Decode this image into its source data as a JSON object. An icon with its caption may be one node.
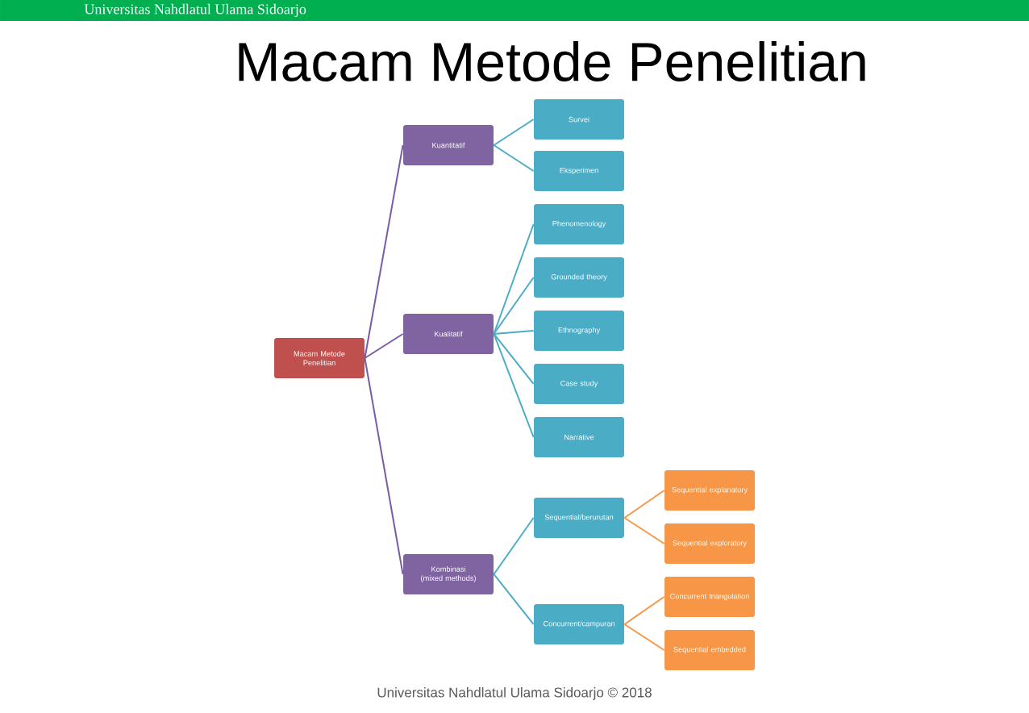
{
  "diagram": {
    "title": "Macam Metode Penelitian",
    "nodes": [
      {
        "text": [
          "Macam Metode Penelitian"
        ]
      },
      {
        "text": [
          "Kuantitatif"
        ]
      },
      {
        "text": [
          "Survei"
        ]
      },
      {
        "text": [
          "Eksperimen"
        ]
      },
      {
        "text": [
          "Kualitatif"
        ]
      },
      {
        "text": [
          "Phenomenology"
        ]
      },
      {
        "text": [
          "Grounded theory"
        ]
      },
      {
        "text": [
          "Ethnography"
        ]
      },
      {
        "text": [
          "Case study"
        ]
      },
      {
        "text": [
          "Narrative"
        ]
      },
      {
        "text": [
          "Kombinasi (mixed methods)"
        ]
      },
      {
        "text": [
          "Sequential/berurutan"
        ]
      },
      {
        "text": [
          "Concurrent/campuran"
        ]
      },
      {
        "text": [
          "Sequential explanatory"
        ]
      },
      {
        "text": [
          "Sequential exploratory"
        ]
      },
      {
        "text": [
          "Concurrent triangulation"
        ]
      },
      {
        "text": [
          "Sequential embedded"
        ]
      }
    ],
    "edges": [
      {
        "from": 0,
        "to": 1,
        "arrow": "none",
        "color": "#7b5ba6"
      },
      {
        "from": 0,
        "to": 4,
        "arrow": "none",
        "color": "#7b5ba6"
      },
      {
        "from": 0,
        "to": 10,
        "arrow": "none",
        "color": "#7b5ba6"
      },
      {
        "from": 1,
        "to": 2,
        "arrow": "none"
      },
      {
        "from": 1,
        "to": 3,
        "arrow": "none"
      },
      {
        "from": 4,
        "to": 5,
        "arrow": "none"
      },
      {
        "from": 4,
        "to": 6,
        "arrow": "none"
      },
      {
        "from": 4,
        "to": 7,
        "arrow": "none"
      },
      {
        "from": 4,
        "to": 8,
        "arrow": "none"
      },
      {
        "from": 4,
        "to": 9,
        "arrow": "none"
      },
      {
        "from": 10,
        "to": 11,
        "arrow": "none"
      },
      {
        "from": 10,
        "to": 12,
        "arrow": "none"
      },
      {
        "from": 11,
        "to": 13,
        "arrow": "none",
        "color": "#f79646"
      },
      {
        "from": 11,
        "to": 14,
        "arrow": "none",
        "color": "#f79646"
      },
      {
        "from": 12,
        "to": 15,
        "arrow": "none",
        "color": "#f79646"
      },
      {
        "from": 12,
        "to": 16,
        "arrow": "none",
        "color": "#f79646"
      }
    ],
    "labels": [
      "Universitas Nahdlatul Ulama Sidoarjo",
      "Universitas Nahdlatul Ulama Sidoarjo © 2018"
    ]
  }
}
